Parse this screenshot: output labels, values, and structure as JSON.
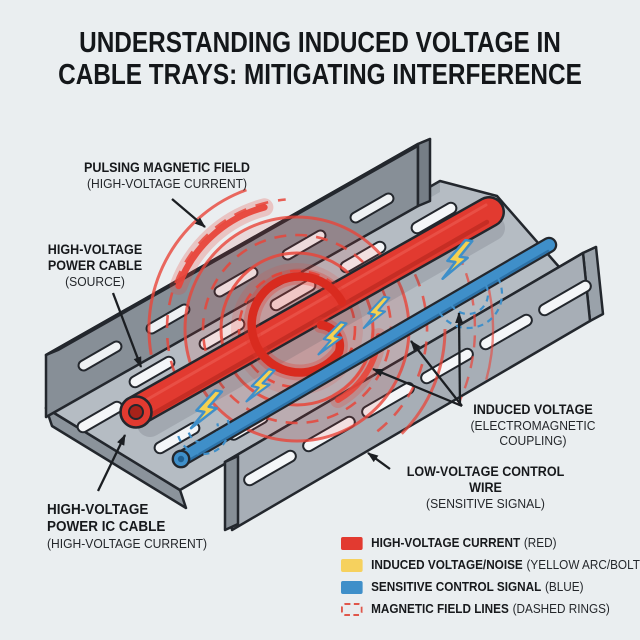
{
  "title": {
    "line1": "UNDERSTANDING INDUCED VOLTAGE IN",
    "line2": "CABLE TRAYS: MITIGATING INTERFERENCE"
  },
  "labels": {
    "pulsing_field": {
      "line1": "PULSING MAGNETIC FIELD",
      "line2": "(HIGH-VOLTAGE CURRENT)"
    },
    "hv_power_cable": {
      "line1": "HIGH-VOLTAGE",
      "line2": "POWER CABLE",
      "line3": "(SOURCE)"
    },
    "hv_power_ic_cable": {
      "line1": "HIGH-VOLTAGE",
      "line2": "POWER IC CABLE",
      "line3": "(HIGH-VOLTAGE CURRENT)"
    },
    "induced_voltage": {
      "line1": "INDUCED VOLTAGE",
      "line2": "(ELECTROMAGNETIC COUPLING)"
    },
    "low_voltage_wire": {
      "line1": "LOW-VOLTAGE CONTROL WIRE",
      "line2": "(SENSITIVE SIGNAL)"
    }
  },
  "legend": {
    "items": [
      {
        "label": "HIGH-VOLTAGE CURRENT",
        "note": "(RED)",
        "color": "#e23a30",
        "swatch": "solid-red"
      },
      {
        "label": "INDUCED VOLTAGE/NOISE",
        "note": "(YELLOW ARC/BOLT)",
        "color": "#f6d15e",
        "swatch": "solid-yellow"
      },
      {
        "label": "SENSITIVE CONTROL SIGNAL",
        "note": "(BLUE)",
        "color": "#3f8fc9",
        "swatch": "solid-blue"
      },
      {
        "label": "MAGNETIC FIELD LINES",
        "note": "(DASHED RINGS)",
        "color": "#e0564a",
        "swatch": "dashed-red-ring"
      }
    ]
  },
  "colors": {
    "background": "#eaeef0",
    "high_voltage_red": "#e23a30",
    "induced_yellow": "#f6d15e",
    "control_blue": "#3f8fc9",
    "field_ring_red": "#e8453a",
    "tray_gray": "#b5bcc3",
    "outline": "#23272d",
    "text": "#17191c"
  }
}
